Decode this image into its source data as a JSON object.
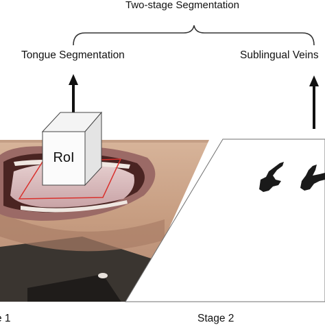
{
  "header": {
    "title": "Two-stage Segmentation"
  },
  "branches": {
    "left_label": "Tongue Segmentation",
    "right_label": "Sublingual Veins"
  },
  "roi": {
    "label": "RoI"
  },
  "footer": {
    "stage1_label": "e 1",
    "stage2_label": "Stage 2"
  },
  "colors": {
    "text": "#111111",
    "roi_outline": "#d9302c",
    "mask": "#1a1a1a",
    "face_skin": "#c7a48a",
    "photo_background": "#3a3530"
  }
}
